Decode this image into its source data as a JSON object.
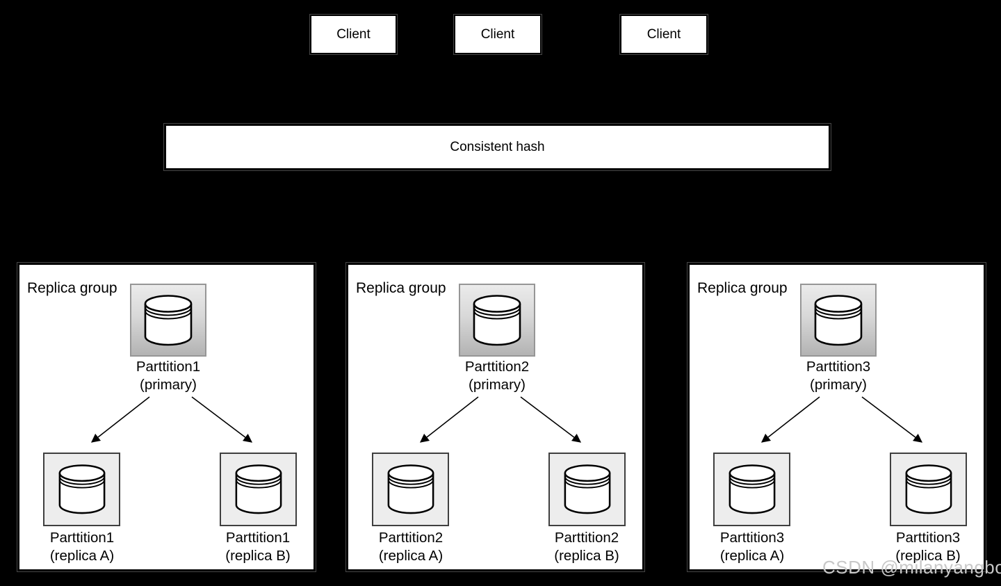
{
  "clients": [
    {
      "label": "Client"
    },
    {
      "label": "Client"
    },
    {
      "label": "Client"
    }
  ],
  "hash_bar": {
    "label": "Consistent hash"
  },
  "replica_groups": [
    {
      "title": "Replica group",
      "primary": {
        "name": "Parttition1",
        "role": "(primary)"
      },
      "replicas": [
        {
          "name": "Parttition1",
          "role": "(replica A)"
        },
        {
          "name": "Parttition1",
          "role": "(replica B)"
        }
      ]
    },
    {
      "title": "Replica group",
      "primary": {
        "name": "Parttition2",
        "role": "(primary)"
      },
      "replicas": [
        {
          "name": "Parttition2",
          "role": "(replica A)"
        },
        {
          "name": "Parttition2",
          "role": "(replica B)"
        }
      ]
    },
    {
      "title": "Replica group",
      "primary": {
        "name": "Parttition3",
        "role": "(primary)"
      },
      "replicas": [
        {
          "name": "Parttition3",
          "role": "(replica A)"
        },
        {
          "name": "Parttition3",
          "role": "(replica B)"
        }
      ]
    }
  ],
  "watermark": {
    "text": "CSDN @milanyangbo"
  },
  "colors": {
    "background": "#000000",
    "box_fill": "#ffffff",
    "box_border": "#000000",
    "primary_square_top": "#ebebeb",
    "primary_square_bottom": "#b3b3b3",
    "primary_square_border": "#969696",
    "replica_square_fill": "#ededed",
    "replica_square_border": "#3f3f3f",
    "arrow_color": "#000000",
    "watermark_color": "#c8c8c8"
  }
}
